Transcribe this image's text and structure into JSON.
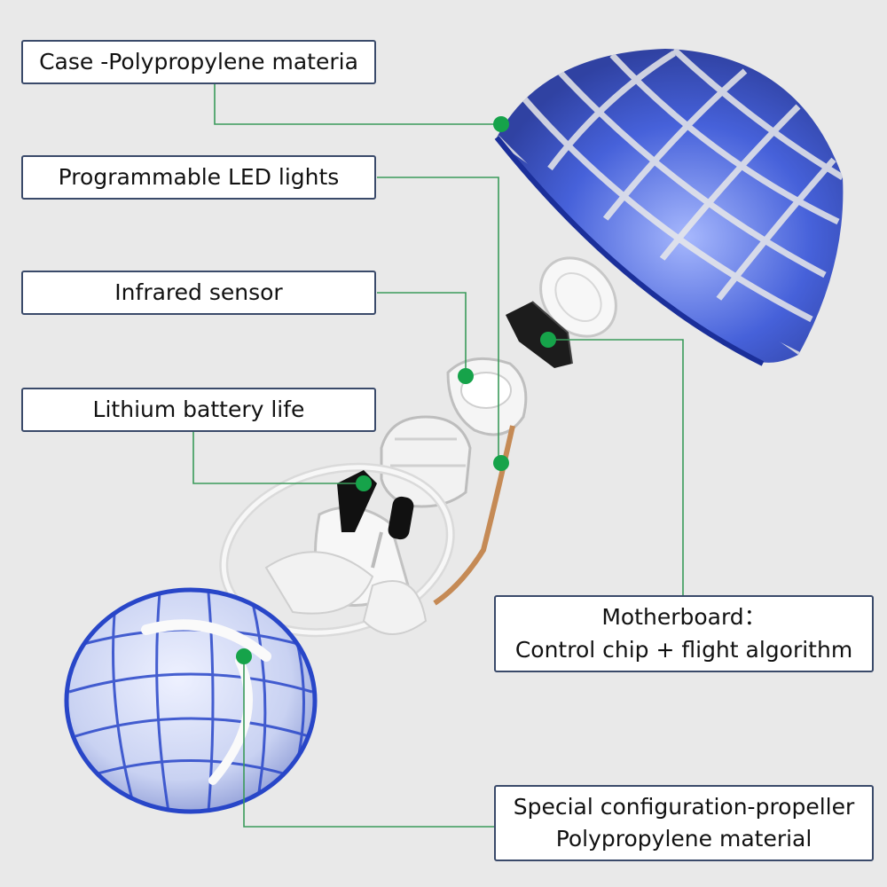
{
  "labels": {
    "case": "Case -Polypropylene materia",
    "led": "Programmable LED lights",
    "infrared": "Infrared sensor",
    "battery": "Lithium battery life",
    "motherboard_line1": "Motherboard：",
    "motherboard_line2": "Control chip + flight algorithm",
    "propeller_line1": "Special configuration-propeller",
    "propeller_line2": "Polypropylene material"
  },
  "colors": {
    "background": "#e9e9e9",
    "leader_line": "#3a9a5a",
    "dot": "#16a34a",
    "shell_blue": "#2846c8",
    "label_border": "#3a4a6a"
  }
}
